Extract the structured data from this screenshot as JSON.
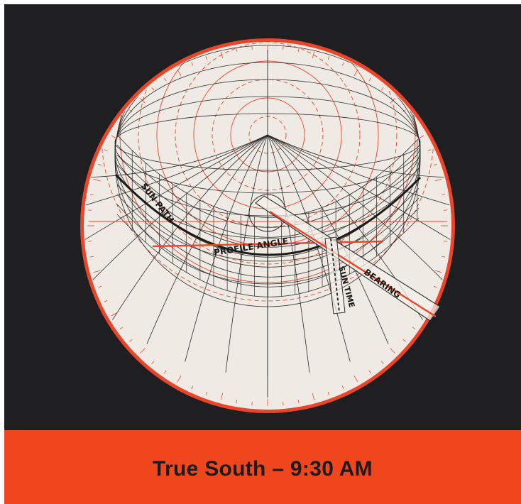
{
  "colors": {
    "background": "#1f1f21",
    "disc": "#efebe4",
    "red_ink": "#e8452a",
    "black_ink": "#2a2a2a",
    "footer": "#f0461e"
  },
  "slide_rule": {
    "sun_path_label": "SUN PATH",
    "profile_angle_label": "PROFILE ANGLE",
    "sun_time_label": "SUN TIME",
    "bearing_label": "BEARING"
  },
  "caption": "True South – 9:30 AM"
}
